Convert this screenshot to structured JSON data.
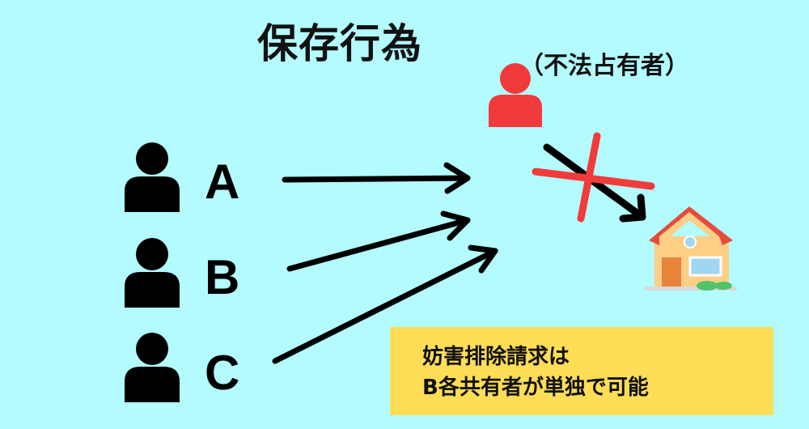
{
  "title": "保存行為",
  "occupier_label": "（不法占有者）",
  "people": [
    {
      "label": "A"
    },
    {
      "label": "B"
    },
    {
      "label": "C"
    }
  ],
  "note": {
    "line1": "妨害排除請求は",
    "line2": "B各共有者が単独で可能"
  },
  "colors": {
    "background": "#b3fbff",
    "person": "#000000",
    "occupier": "#f13a3a",
    "cross": "#f23b3b",
    "note_bg": "#ffdd57"
  },
  "icons": {
    "person": "person-icon",
    "occupier": "person-icon",
    "house": "house-icon",
    "cross": "cross-mark-icon"
  }
}
